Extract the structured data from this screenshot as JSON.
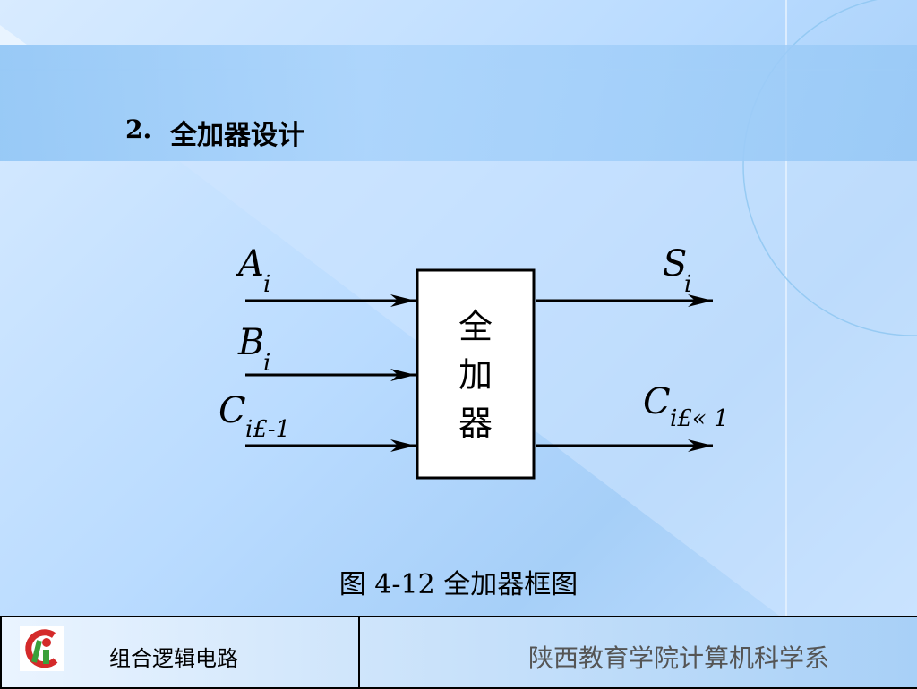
{
  "slide": {
    "title_number": "2.",
    "title_text": "全加器设计",
    "caption": "图 4-12  全加器框图"
  },
  "diagram": {
    "block_label": [
      "全",
      "加",
      "器"
    ],
    "inputs": [
      {
        "base": "A",
        "sub": "i"
      },
      {
        "base": "B",
        "sub": "i"
      },
      {
        "base": "C",
        "sub": "i£-1"
      }
    ],
    "outputs": [
      {
        "base": "S",
        "sub": "i"
      },
      {
        "base": "C",
        "sub": "i£« 1"
      }
    ]
  },
  "footer": {
    "course_name": "组合逻辑电路",
    "institution": "陕西教育学院计算机科学系"
  },
  "colors": {
    "background": "#b9dbff",
    "title_band": "#a9d3fb",
    "footer_right": "#a8d0f7",
    "logo_red": "#d42a2a",
    "logo_green": "#3aa03a"
  }
}
